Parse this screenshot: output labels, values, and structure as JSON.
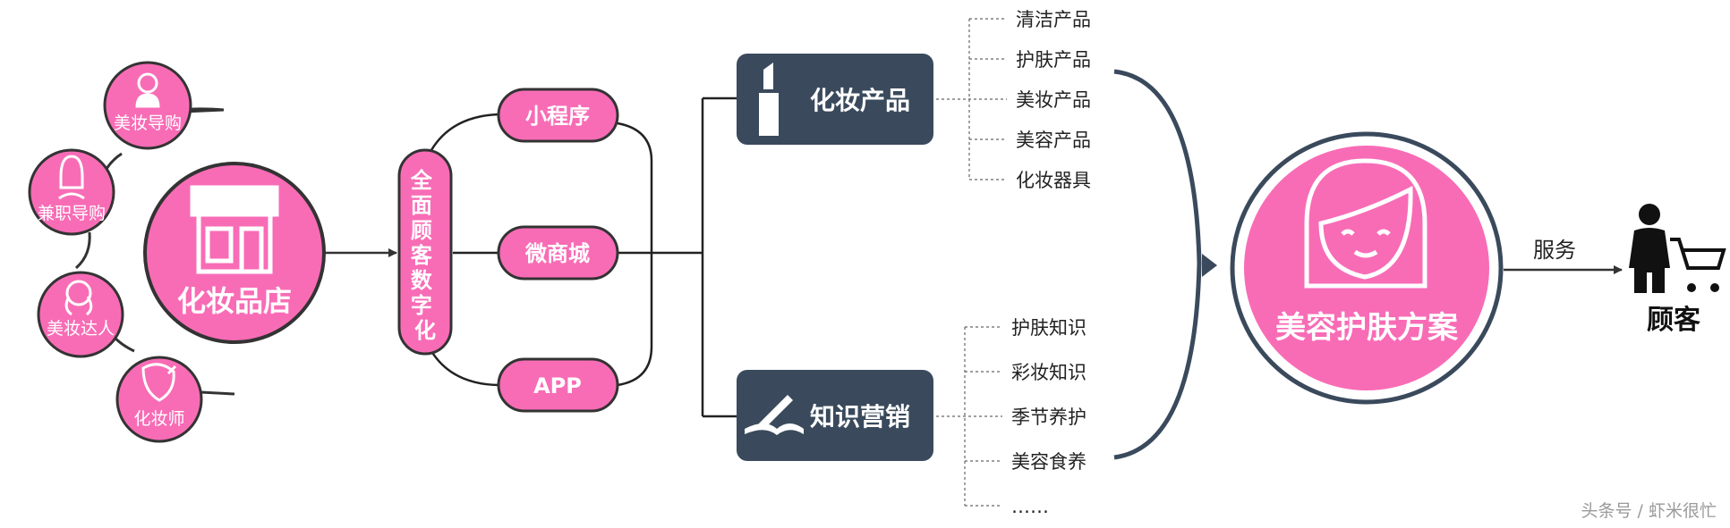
{
  "colors": {
    "pink": "#f86cb6",
    "dark": "#3a4a5c",
    "line": "#333333",
    "white": "#ffffff",
    "watermark": "#9a9a9a"
  },
  "roles": [
    {
      "label": "美妆导购",
      "icon": "saleswoman-icon"
    },
    {
      "label": "兼职导购",
      "icon": "woman-icon"
    },
    {
      "label": "美妆达人",
      "icon": "curly-hair-woman-icon"
    },
    {
      "label": "化妆师",
      "icon": "makeup-face-icon"
    }
  ],
  "store": {
    "label": "化妆品店",
    "icon": "storefront-icon"
  },
  "digital": {
    "label": "全面顾客数字化"
  },
  "channels": [
    {
      "label": "小程序"
    },
    {
      "label": "微商城"
    },
    {
      "label": "APP"
    }
  ],
  "products": {
    "label": "化妆产品",
    "icon": "lipstick-icon",
    "items": [
      "清洁产品",
      "护肤产品",
      "美妆产品",
      "美容产品",
      "化妆器具"
    ]
  },
  "knowledge": {
    "label": "知识营销",
    "icon": "open-book-pen-icon",
    "items": [
      "护肤知识",
      "彩妆知识",
      "季节养护",
      "美容食养",
      "……"
    ]
  },
  "solution": {
    "label": "美容护肤方案",
    "icon": "woman-face-icon"
  },
  "service": {
    "label": "服务"
  },
  "customer": {
    "label": "顾客",
    "icon": "shopper-with-cart-icon"
  },
  "watermark": "头条号 / 虾米很忙"
}
